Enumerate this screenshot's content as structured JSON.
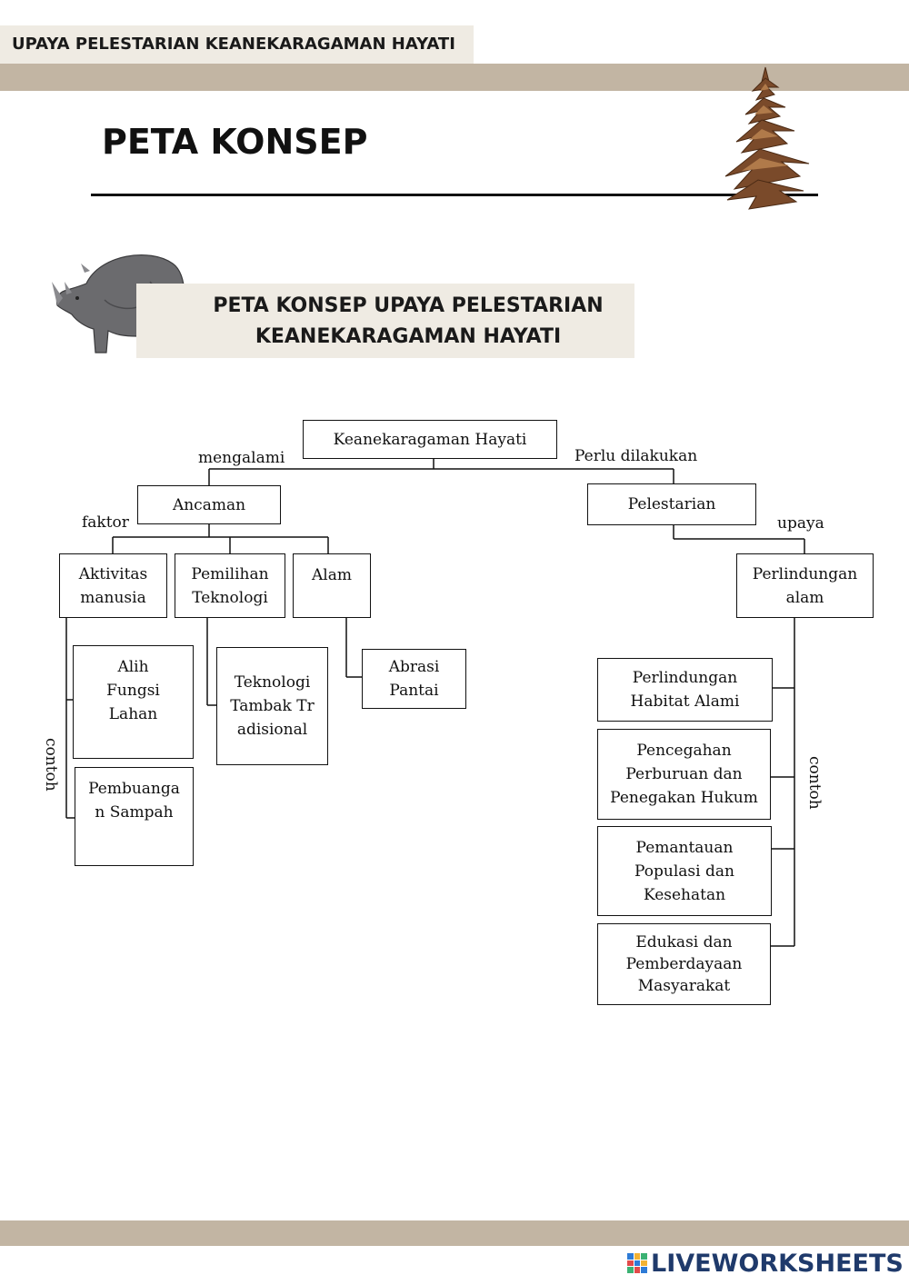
{
  "header": {
    "tab_title": "UPAYA PELESTARIAN KEANEKARAGAMAN HAYATI",
    "page_title": "PETA KONSEP"
  },
  "subtitle": {
    "line1": "PETA KONSEP UPAYA PELESTARIAN",
    "line2": "KEANEKARAGAMAN HAYATI"
  },
  "concept_map": {
    "root": "Keanekaragaman Hayati",
    "edge_labels": {
      "mengalami": "mengalami",
      "perlu_dilakukan": "Perlu dilakukan",
      "faktor": "faktor",
      "upaya": "upaya",
      "contoh_left": "contoh",
      "contoh_right": "contoh"
    },
    "ancaman": "Ancaman",
    "pelestarian": "Pelestarian",
    "aktivitas": "Aktivitas manusia",
    "pemilihan": "Pemilihan Teknologi",
    "alam": "Alam",
    "perlindungan": "Perlindungan alam",
    "alih_fungsi": "Alih Fungsi Lahan",
    "pembuangan": "Pembuangan Sampah",
    "teknologi_tambak": "Teknologi Tambak Tradisional",
    "abrasi": "Abrasi Pantai",
    "ex1": "Perlindungan Habitat Alami",
    "ex2": "Pencegahan Perburuan dan Penegakan Hukum",
    "ex3": "Pemantauan Populasi dan Kesehatan",
    "ex4": "Edukasi dan Pemberdayaan Masyarakat"
  },
  "footer": {
    "brand": "LIVEWORKSHEETS"
  },
  "colors": {
    "band": "#c2b5a3",
    "panel": "#efebe3",
    "brand": "#1f3a6b"
  }
}
